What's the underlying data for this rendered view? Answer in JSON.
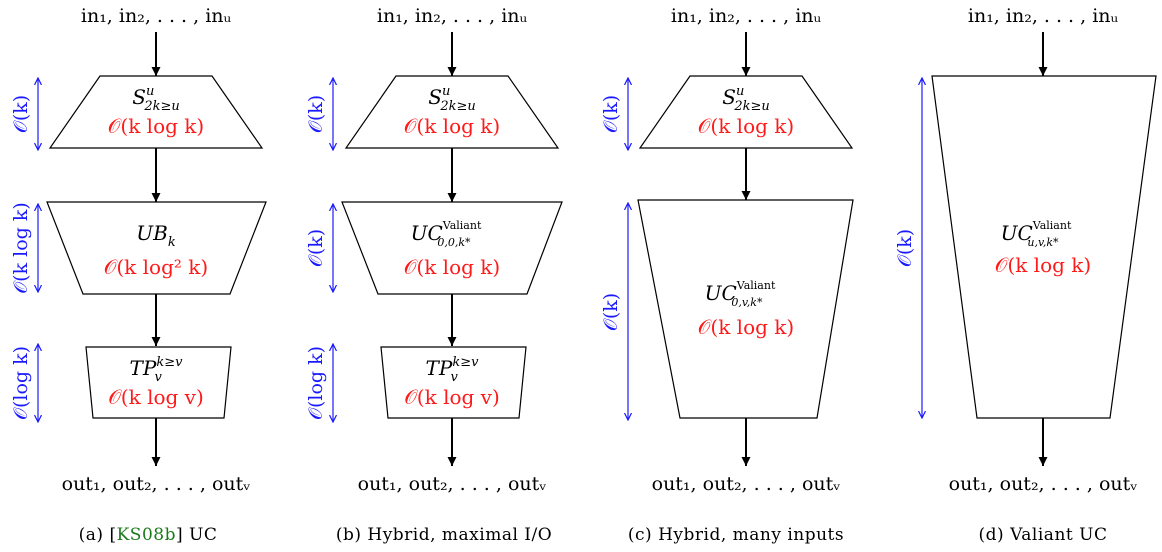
{
  "io": {
    "inputs": "in₁, in₂, . . . , inᵤ",
    "outputs": "out₁, out₂, . . . , outᵥ"
  },
  "colors": {
    "cost": "#ff1a1a",
    "height": "#1a1aff",
    "citation": "#1a7a1a"
  },
  "panels": [
    {
      "caption_prefix": "(a)  [",
      "caption_cite": "KS08b",
      "caption_suffix": "] UC",
      "blocks": [
        {
          "name": "S",
          "sup": "u",
          "sub": "2k≥u",
          "cost": "𝒪(k log k)",
          "height": "𝒪(k)"
        },
        {
          "name": "UB",
          "sup": "",
          "sub": "k",
          "cost": "𝒪(k log² k)",
          "height": "𝒪(k log k)"
        },
        {
          "name": "TP",
          "sup": "k≥v",
          "sub": "v",
          "cost": "𝒪(k log v)",
          "height": "𝒪(log k)"
        }
      ]
    },
    {
      "caption": "(b) Hybrid, maximal I/O",
      "blocks": [
        {
          "name": "S",
          "sup": "u",
          "sub": "2k≥u",
          "cost": "𝒪(k log k)",
          "height": "𝒪(k)"
        },
        {
          "name": "UC",
          "sup": "Valiant",
          "sub": "0,0,k*",
          "cost": "𝒪(k log k)",
          "height": "𝒪(k)"
        },
        {
          "name": "TP",
          "sup": "k≥v",
          "sub": "v",
          "cost": "𝒪(k log v)",
          "height": "𝒪(log k)"
        }
      ]
    },
    {
      "caption": "(c) Hybrid, many inputs",
      "blocks": [
        {
          "name": "S",
          "sup": "u",
          "sub": "2k≥u",
          "cost": "𝒪(k log k)",
          "height": "𝒪(k)"
        },
        {
          "name": "UC",
          "sup": "Valiant",
          "sub": "0,v,k*",
          "cost": "𝒪(k log k)",
          "height": "𝒪(k)"
        }
      ]
    },
    {
      "caption": "(d) Valiant UC",
      "blocks": [
        {
          "name": "UC",
          "sup": "Valiant",
          "sub": "u,v,k*",
          "cost": "𝒪(k log k)",
          "height": "𝒪(k)"
        }
      ]
    }
  ]
}
